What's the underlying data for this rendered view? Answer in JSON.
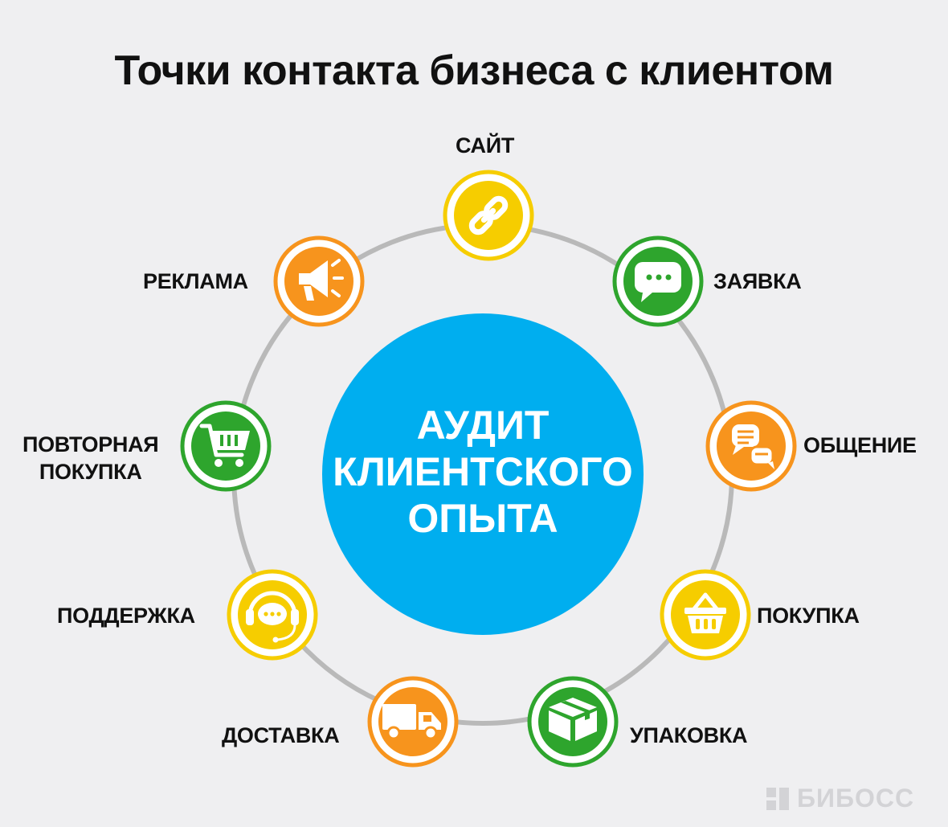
{
  "title": "Точки контакта бизнеса с клиентом",
  "center": {
    "line1": "АУДИТ",
    "line2": "КЛИЕНТСКОГО",
    "line3": "ОПЫТА",
    "color": "#00aeef"
  },
  "ring_color": "#b9b9b9",
  "colors": {
    "yellow": "#f6cd00",
    "green": "#2ea52d",
    "orange": "#f7941d"
  },
  "nodes": [
    {
      "label": "САЙТ",
      "icon": "link-icon",
      "color": "yellow"
    },
    {
      "label": "ЗАЯВКА",
      "icon": "chat-bubble-icon",
      "color": "green"
    },
    {
      "label": "ОБЩЕНИЕ",
      "icon": "conversation-icon",
      "color": "orange"
    },
    {
      "label": "ПОКУПКА",
      "icon": "basket-icon",
      "color": "yellow"
    },
    {
      "label": "УПАКОВКА",
      "icon": "package-box-icon",
      "color": "green"
    },
    {
      "label": "ДОСТАВКА",
      "icon": "delivery-truck-icon",
      "color": "orange"
    },
    {
      "label": "ПОДДЕРЖКА",
      "icon": "headset-icon",
      "color": "yellow"
    },
    {
      "label_line1": "ПОВТОРНАЯ",
      "label_line2": "ПОКУПКА",
      "icon": "shopping-cart-icon",
      "color": "green"
    },
    {
      "label": "РЕКЛАМА",
      "icon": "megaphone-icon",
      "color": "orange"
    }
  ],
  "brand": {
    "name": "БИБОСС",
    "icon": "biboss-logo-icon"
  }
}
